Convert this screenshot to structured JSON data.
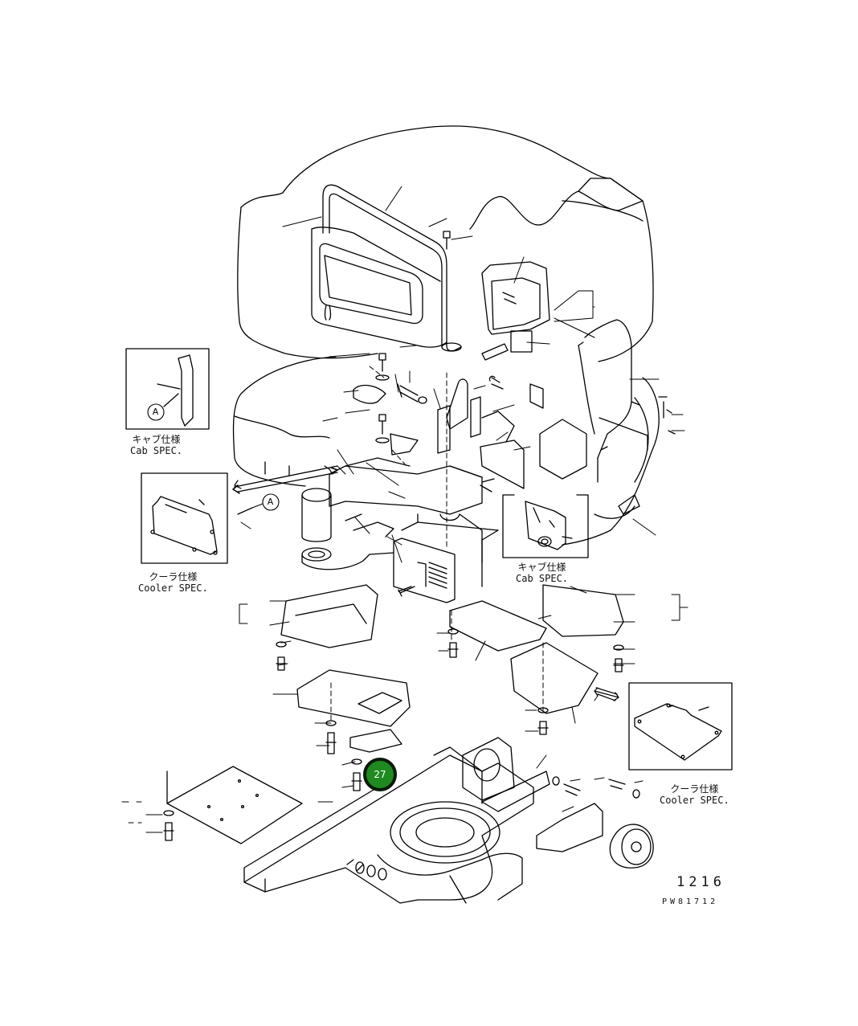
{
  "insets": {
    "cab_spec_upper": {
      "jp": "キャブ仕様",
      "en": "Cab SPEC."
    },
    "cooler_spec_left": {
      "jp": "クーラ仕様",
      "en": "Cooler SPEC."
    },
    "cab_spec_middle": {
      "jp": "キャブ仕様",
      "en": "Cab SPEC."
    },
    "cooler_spec_right": {
      "jp": "クーラ仕様",
      "en": "Cooler SPEC."
    }
  },
  "callouts": {
    "a_upper": "A",
    "a_left": "A"
  },
  "hotspot": {
    "number": "27",
    "color": "#1f8a1f"
  },
  "page_number": "1216",
  "drawing_code": "PW81712"
}
